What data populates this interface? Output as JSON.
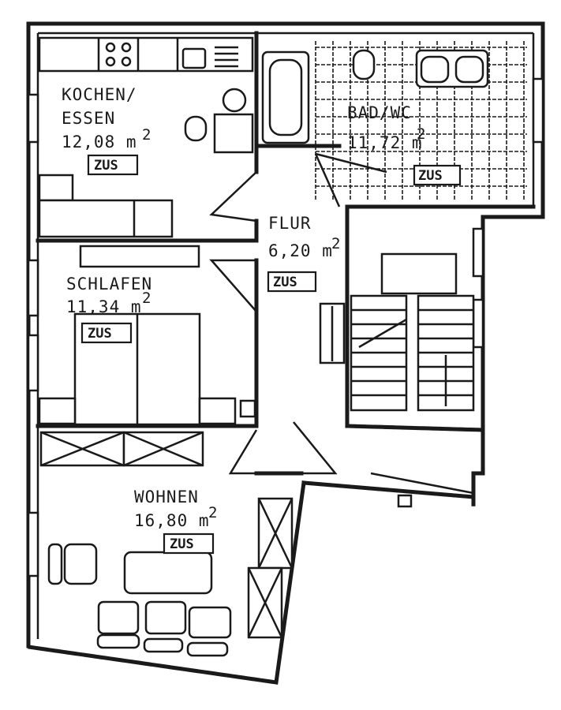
{
  "rooms": {
    "kochen": {
      "name_line1": "KOCHEN/",
      "name_line2": "ESSEN",
      "area": "12,08 m",
      "area_exp": "2",
      "tag": "ZUS"
    },
    "bad": {
      "name": "BAD/WC",
      "area": "11,72 m",
      "area_exp": "2",
      "tag": "ZUS"
    },
    "flur": {
      "name": "FLUR",
      "area": "6,20 m",
      "area_exp": "2",
      "tag": "ZUS"
    },
    "schlafen": {
      "name": "SCHLAFEN",
      "area": "11,34 m",
      "area_exp": "2",
      "tag": "ZUS"
    },
    "wohnen": {
      "name": "WOHNEN",
      "area": "16,80 m",
      "area_exp": "2",
      "tag": "ZUS"
    }
  }
}
